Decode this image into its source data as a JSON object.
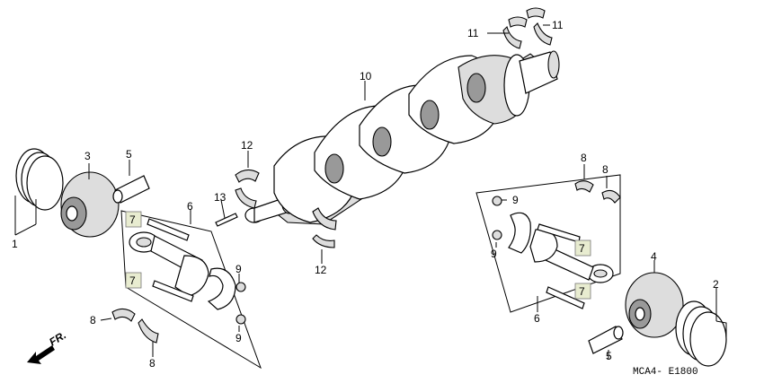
{
  "diagram": {
    "reference_code": "MCA4- E1800",
    "front_label": "FR.",
    "callouts": [
      {
        "id": "c1",
        "label": "1"
      },
      {
        "id": "c2",
        "label": "2"
      },
      {
        "id": "c3",
        "label": "3"
      },
      {
        "id": "c4",
        "label": "4"
      },
      {
        "id": "c5a",
        "label": "5"
      },
      {
        "id": "c5b",
        "label": "5"
      },
      {
        "id": "c6a",
        "label": "6"
      },
      {
        "id": "c6b",
        "label": "6"
      },
      {
        "id": "c7a",
        "label": "7"
      },
      {
        "id": "c7b",
        "label": "7"
      },
      {
        "id": "c7c",
        "label": "7"
      },
      {
        "id": "c7d",
        "label": "7"
      },
      {
        "id": "c8a",
        "label": "8"
      },
      {
        "id": "c8b",
        "label": "8"
      },
      {
        "id": "c8c",
        "label": "8"
      },
      {
        "id": "c8d",
        "label": "8"
      },
      {
        "id": "c9a",
        "label": "9"
      },
      {
        "id": "c9b",
        "label": "9"
      },
      {
        "id": "c9c",
        "label": "9"
      },
      {
        "id": "c9d",
        "label": "9"
      },
      {
        "id": "c10",
        "label": "10"
      },
      {
        "id": "c11a",
        "label": "11"
      },
      {
        "id": "c11b",
        "label": "11"
      },
      {
        "id": "c12a",
        "label": "12"
      },
      {
        "id": "c12b",
        "label": "12"
      },
      {
        "id": "c13",
        "label": "13"
      }
    ]
  }
}
